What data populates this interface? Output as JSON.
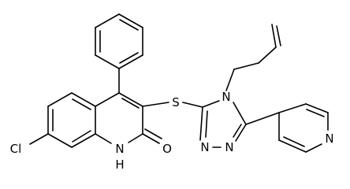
{
  "structure": {
    "atom_labels": {
      "s": "S",
      "n4": "N",
      "n1": "N",
      "n2": "N",
      "n_pyridine": "N",
      "nh": "N",
      "h": "H",
      "o": "O",
      "cl": "Cl"
    },
    "colors": {
      "bond": "#000000",
      "label": "#000000",
      "background": "#ffffff"
    }
  }
}
